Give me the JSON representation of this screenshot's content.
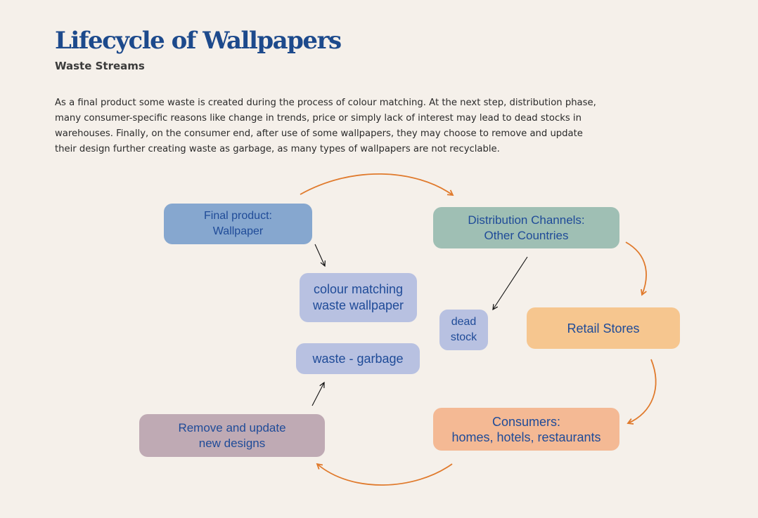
{
  "header": {
    "title": "Lifecycle of Wallpapers",
    "subtitle": "Waste Streams"
  },
  "intro": {
    "text": "As a final product some waste is created during the process of colour matching. At the next step, distribution phase, many consumer-specific reasons like change in trends, price or simply lack of interest may lead to dead stocks in warehouses. Finally, on the consumer end, after use of some wallpapers, they may choose to remove and update their design further creating waste as garbage, as many types of wallpapers are not recyclable."
  },
  "nodes": {
    "final_product": {
      "line1": "Final product:",
      "line2": "Wallpaper",
      "color": "#86a7cf"
    },
    "distribution": {
      "line1": "Distribution Channels:",
      "line2": "Other Countries",
      "color": "#9fbfb4"
    },
    "colour_matching": {
      "line1": "colour matching",
      "line2": "waste wallpaper",
      "color": "#b8c1e1"
    },
    "dead_stock": {
      "line1": "dead",
      "line2": "stock",
      "color": "#b8c1e1"
    },
    "retail": {
      "label": "Retail Stores",
      "color": "#f6c68f"
    },
    "waste_garbage": {
      "label": "waste - garbage",
      "color": "#b8c1e1"
    },
    "remove_update": {
      "line1": "Remove and update",
      "line2": "new designs",
      "color": "#bfaab4"
    },
    "consumers": {
      "line1": "Consumers:",
      "line2": "homes, hotels, restaurants",
      "color": "#f4b994"
    }
  },
  "colors": {
    "background": "#f5f0ea",
    "title": "#1d4a8c",
    "node_text": "#1f4b98",
    "cycle_arrow": "#e07a2c",
    "waste_arrow": "#111111"
  }
}
